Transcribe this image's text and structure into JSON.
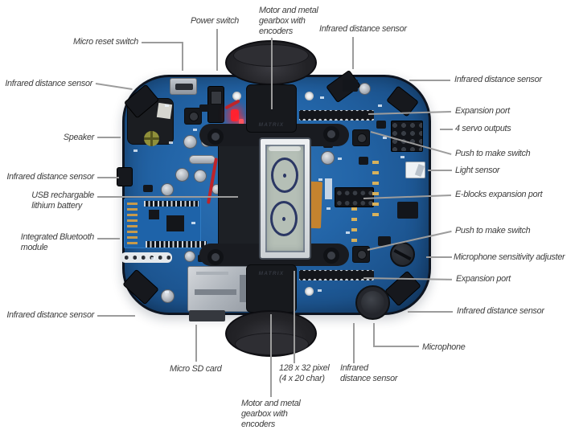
{
  "callouts": {
    "micro_reset_switch": "Micro reset switch",
    "power_switch": "Power switch",
    "motor_gearbox_top": "Motor and metal\ngearbox with\nencoders",
    "ir_top_center": "Infrared distance sensor",
    "ir_top_left": "Infrared distance sensor",
    "speaker": "Speaker",
    "ir_left_middle": "Infrared distance sensor",
    "usb_battery": "USB rechargable\nlithium battery",
    "bluetooth_module": "Integrated Bluetooth\nmodule",
    "ir_bottom_left": "Infrared distance sensor",
    "micro_sd_card": "Micro SD card",
    "lcd_spec": "128 x 32 pixel\n(4 x 20 char)",
    "ir_bottom_center": "Infrared\ndistance sensor",
    "motor_gearbox_bottom": "Motor and metal\ngearbox with\nencoders",
    "ir_right_top": "Infrared distance sensor",
    "expansion_port_top": "Expansion port",
    "servo_outputs": "4 servo outputs",
    "push_to_make_top": "Push to make switch",
    "light_sensor": "Light sensor",
    "eblocks_expansion": "E-blocks expansion port",
    "push_to_make_bottom": "Push to make switch",
    "mic_sensitivity": "Microphone sensitivity adjuster",
    "expansion_port_bottom": "Expansion port",
    "ir_right_bottom": "Infrared distance sensor",
    "microphone": "Microphone"
  },
  "board": {
    "motor_brand": "MATRIX"
  },
  "colors": {
    "pcb_blue": "#2365a8",
    "board_edge": "#0d1420",
    "label_text": "#3d3d3d",
    "leader_line": "#9c9c9c",
    "led_red": "#ff2230",
    "lcd_screen": "#b5bfb6",
    "wheel_black": "#1c1c21"
  }
}
